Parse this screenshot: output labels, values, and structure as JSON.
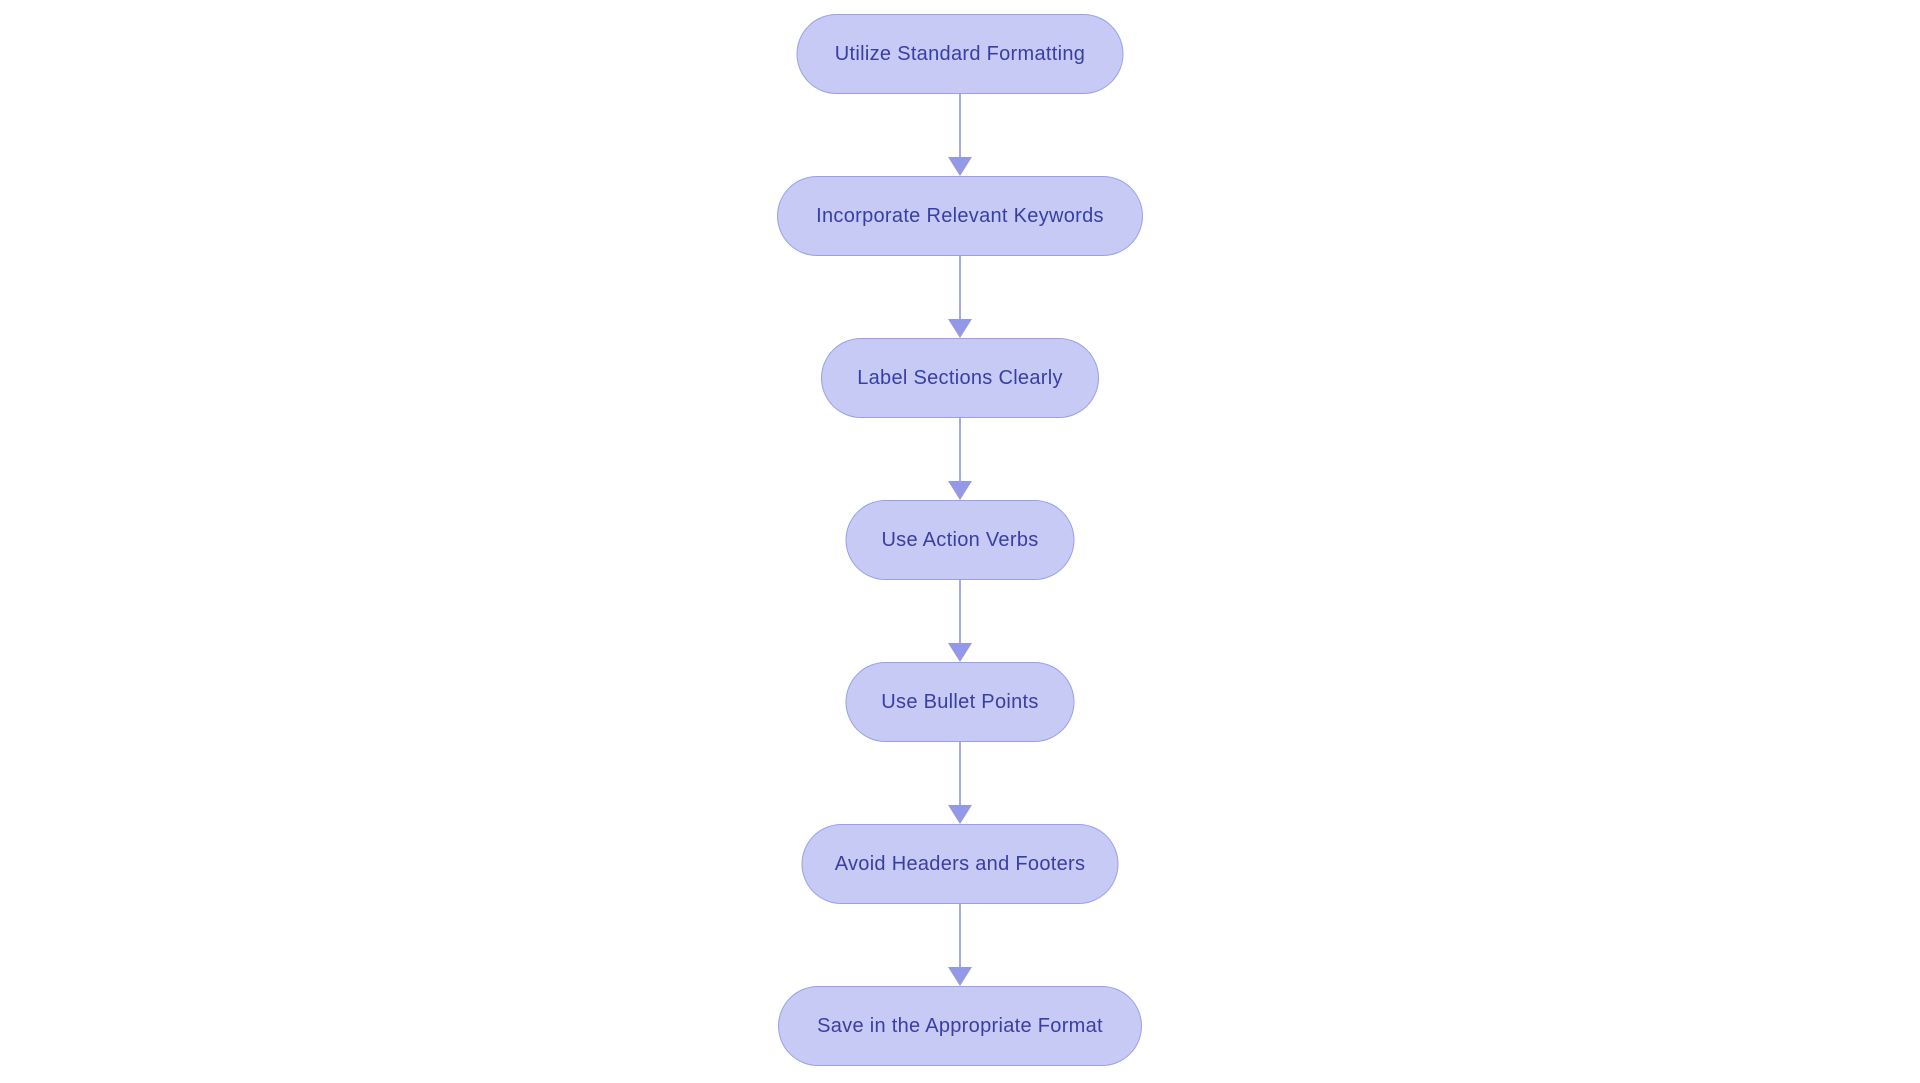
{
  "diagram": {
    "type": "flowchart",
    "direction": "top-down",
    "background": "#ffffff",
    "nodes": [
      {
        "id": 0,
        "label": "Utilize Standard Formatting"
      },
      {
        "id": 1,
        "label": "Incorporate Relevant Keywords"
      },
      {
        "id": 2,
        "label": "Label Sections Clearly"
      },
      {
        "id": 3,
        "label": "Use Action Verbs"
      },
      {
        "id": 4,
        "label": "Use Bullet Points"
      },
      {
        "id": 5,
        "label": "Avoid Headers and Footers"
      },
      {
        "id": 6,
        "label": "Save in the Appropriate Format"
      }
    ],
    "edges": [
      {
        "from": 0,
        "to": 1
      },
      {
        "from": 1,
        "to": 2
      },
      {
        "from": 2,
        "to": 3
      },
      {
        "from": 3,
        "to": 4
      },
      {
        "from": 4,
        "to": 5
      },
      {
        "from": 5,
        "to": 6
      }
    ],
    "colors": {
      "node_fill": "#c6caf4",
      "node_border": "#9aa0e8",
      "node_text": "#383fa4",
      "arrow_line": "#a5aaee",
      "arrow_head": "#9399e7"
    }
  }
}
